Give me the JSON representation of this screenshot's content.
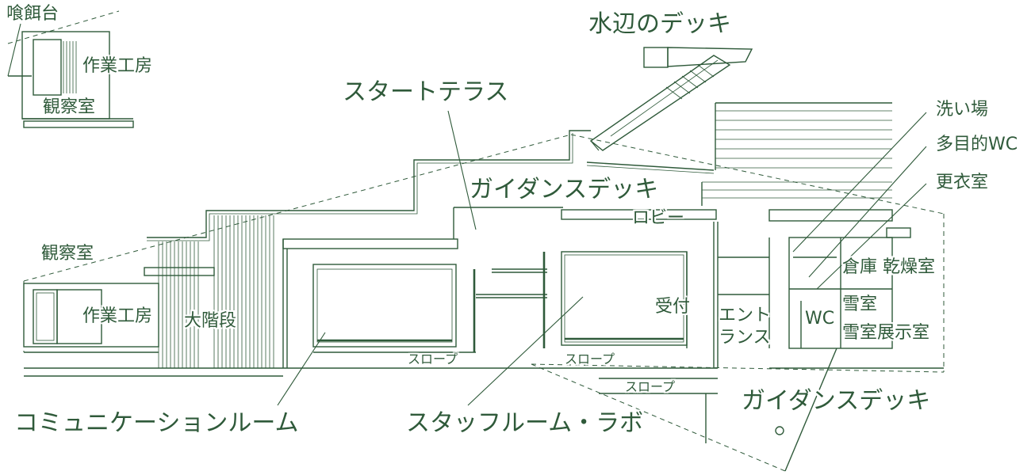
{
  "labels": {
    "feeding_platform": "喰餌台",
    "workshop_inset": "作業工房",
    "observation_inset": "観察室",
    "waterside_deck": "水辺のデッキ",
    "start_terrace": "スタートテラス",
    "guidance_deck_top": "ガイダンスデッキ",
    "lobby": "ロビー",
    "observation": "観察室",
    "workshop": "作業工房",
    "grand_stairs": "大階段",
    "reception": "受付",
    "entrance_line1": "エント",
    "entrance_line2": "ランス",
    "washroom": "洗い場",
    "multipurpose_wc": "多目的WC",
    "changing_room": "更衣室",
    "storage_drying": "倉庫 乾燥室",
    "snow_room": "雪室",
    "wc": "WC",
    "snow_exhibition": "雪室展示室",
    "slope_1": "スロープ",
    "slope_2": "スロープ",
    "slope_3": "スロープ",
    "guidance_deck_bottom": "ガイダンスデッキ",
    "community_room": "コミュニケーションルーム",
    "staff_lab": "スタッフルーム・ラボ"
  },
  "colors": {
    "ink": "#2f5a3a",
    "background": "#ffffff"
  }
}
